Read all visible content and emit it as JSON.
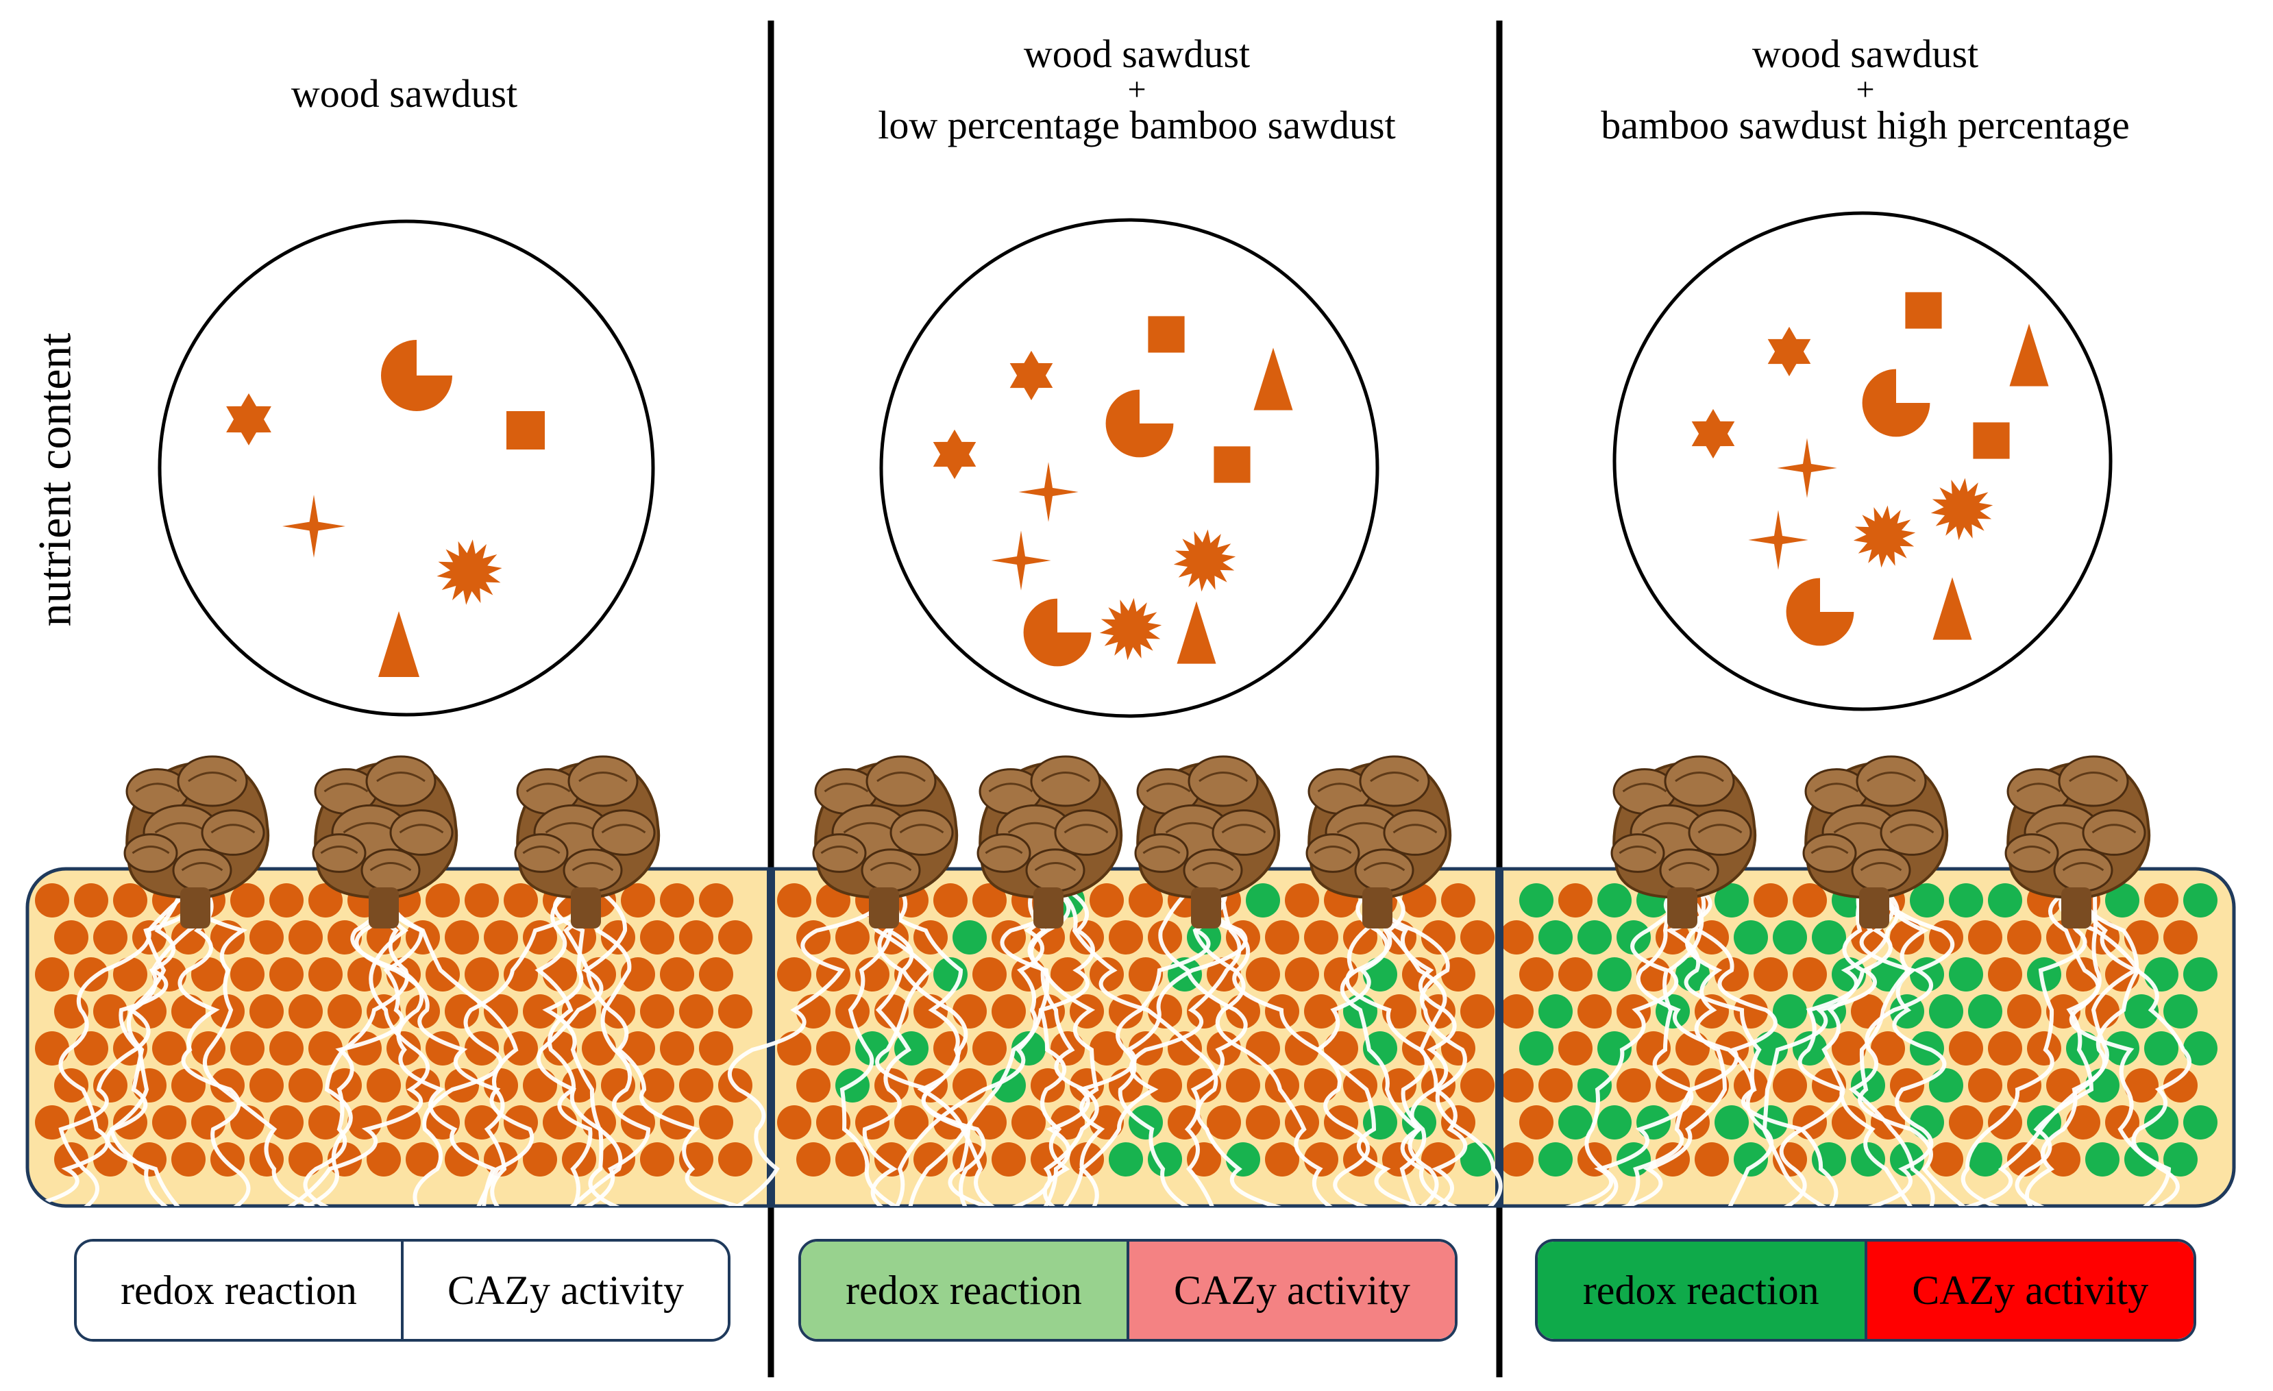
{
  "side_label": "nutrient content",
  "colors": {
    "orange": "#D95F0E",
    "green": "#18B34F",
    "substrate_fill": "#FCE3A4",
    "substrate_border": "#1F3A5C",
    "mycelium": "#FFFFFF",
    "mushroom": "#8A5A2B"
  },
  "panels": [
    {
      "title_lines": [
        "wood sawdust"
      ],
      "plus": "",
      "nutrient_icons": [
        "star-icon",
        "pacman-icon",
        "square-icon",
        "sparkle-icon",
        "burst-icon",
        "triangle-icon"
      ],
      "mushroom_count": 3,
      "green_particle_level": "none",
      "legend": {
        "left_label": "redox reaction",
        "right_label": "CAZy activity",
        "left_color": "#FFFFFF",
        "right_color": "#FFFFFF"
      }
    },
    {
      "title_lines": [
        "wood sawdust",
        "low percentage bamboo sawdust"
      ],
      "plus": "+",
      "nutrient_icons": [
        "star-icon",
        "square-icon",
        "triangle-icon",
        "star-icon",
        "pacman-icon",
        "square-icon",
        "sparkle-icon",
        "burst-icon",
        "sparkle-icon",
        "burst-icon",
        "pacman-icon",
        "triangle-icon"
      ],
      "mushroom_count": 4,
      "green_particle_level": "low",
      "legend": {
        "left_label": "redox reaction",
        "right_label": "CAZy activity",
        "left_color": "#98D28E",
        "right_color": "#F48283"
      }
    },
    {
      "title_lines": [
        "wood sawdust",
        "bamboo sawdust high percentage"
      ],
      "plus": "+",
      "nutrient_icons": [
        "square-icon",
        "star-icon",
        "triangle-icon",
        "star-icon",
        "pacman-icon",
        "square-icon",
        "sparkle-icon",
        "sparkle-icon",
        "burst-icon",
        "burst-icon",
        "pacman-icon",
        "triangle-icon"
      ],
      "mushroom_count": 3,
      "green_particle_level": "high",
      "legend": {
        "left_label": "redox reaction",
        "right_label": "CAZy activity",
        "left_color": "#0FAA4A",
        "right_color": "#FF0000"
      }
    }
  ]
}
